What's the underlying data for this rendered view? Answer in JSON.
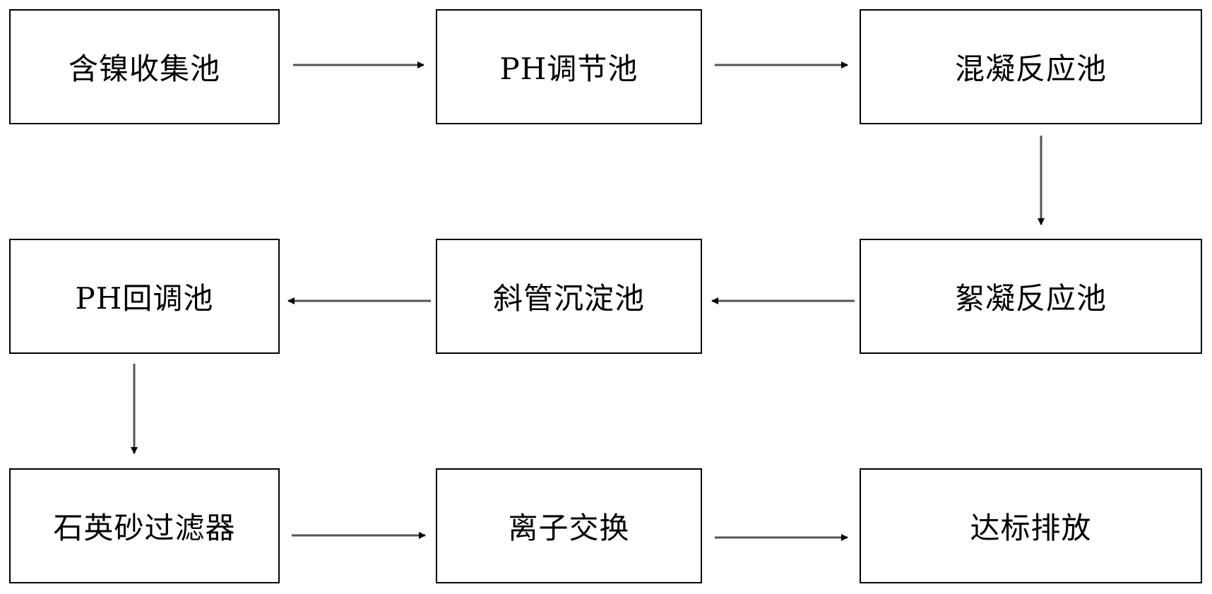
{
  "flowchart": {
    "steps": [
      {
        "id": "s1",
        "label": "含镍收集池"
      },
      {
        "id": "s2",
        "label": "PH调节池"
      },
      {
        "id": "s3",
        "label": "混凝反应池"
      },
      {
        "id": "s4",
        "label": "絮凝反应池"
      },
      {
        "id": "s5",
        "label": "斜管沉淀池"
      },
      {
        "id": "s6",
        "label": "PH回调池"
      },
      {
        "id": "s7",
        "label": "石英砂过滤器"
      },
      {
        "id": "s8",
        "label": "离子交换"
      },
      {
        "id": "s9",
        "label": "达标排放"
      }
    ],
    "connections": [
      {
        "from": "s1",
        "to": "s2"
      },
      {
        "from": "s2",
        "to": "s3"
      },
      {
        "from": "s3",
        "to": "s4"
      },
      {
        "from": "s4",
        "to": "s5"
      },
      {
        "from": "s5",
        "to": "s6"
      },
      {
        "from": "s6",
        "to": "s7"
      },
      {
        "from": "s7",
        "to": "s8"
      },
      {
        "from": "s8",
        "to": "s9"
      }
    ],
    "line_color": "#555555",
    "border_color": "#000000"
  }
}
